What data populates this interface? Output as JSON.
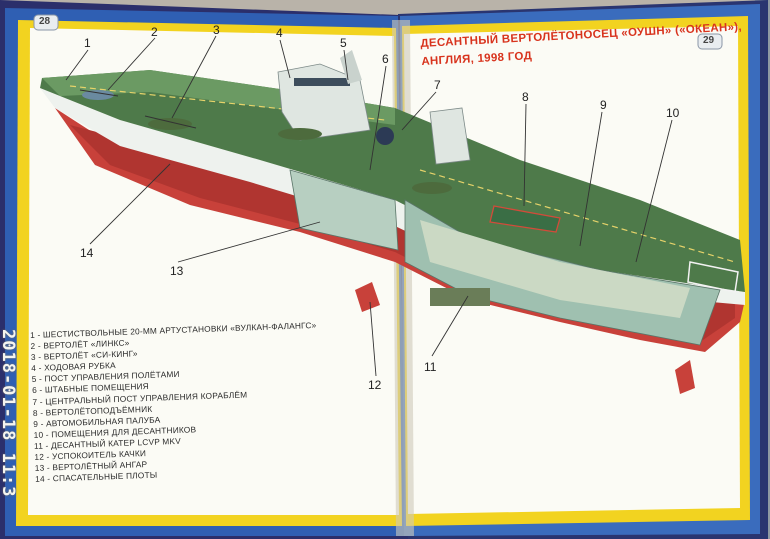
{
  "book": {
    "page_left": "28",
    "page_right": "29",
    "title_line1": "ДЕСАНТНЫЙ ВЕРТОЛЁТОНОСЕЦ «ОУШН» («ОКЕАН»),",
    "title_line2": "АНГЛИЯ, 1998 год"
  },
  "callouts": [
    "1",
    "2",
    "3",
    "4",
    "5",
    "6",
    "7",
    "8",
    "9",
    "10",
    "11",
    "12",
    "13",
    "14"
  ],
  "legend": [
    "1 - ШЕСТИСТВОЛЬНЫЕ 20-ММ АРТУСТАНОВКИ «ВУЛКАН-ФАЛАНГС»",
    "2 - ВЕРТОЛЁТ «ЛИНКС»",
    "3 - ВЕРТОЛЁТ «СИ-КИНГ»",
    "4 - ХОДОВАЯ РУБКА",
    "5 - ПОСТ УПРАВЛЕНИЯ ПОЛЁТАМИ",
    "6 - ШТАБНЫЕ ПОМЕЩЕНИЯ",
    "7 - ЦЕНТРАЛЬНЫЙ ПОСТ УПРАВЛЕНИЯ КОРАБЛЁМ",
    "8 - ВЕРТОЛЁТОПОДЪЁМНИК",
    "9 - АВТОМОБИЛЬНАЯ ПАЛУБА",
    "10 - ПОМЕЩЕНИЯ ДЛЯ ДЕСАНТНИКОВ",
    "11 - ДЕСАНТНЫЙ КАТЕР LCVP MkV",
    "12 - УСПОКОИТЕЛЬ КАЧКИ",
    "13 - ВЕРТОЛЁТНЫЙ АНГАР",
    "14 - СПАСАТЕЛЬНЫЕ ПЛОТЫ"
  ],
  "photo": {
    "date_stamp": "2018-01-18 11:3"
  },
  "colors": {
    "page_border_blue": "#2f5fb3",
    "page_border_yellow": "#f2d320",
    "hull_red": "#c8413a",
    "deck_green": "#4e7a4a",
    "hull_white": "#eef2ee",
    "title_red": "#d8331d"
  }
}
